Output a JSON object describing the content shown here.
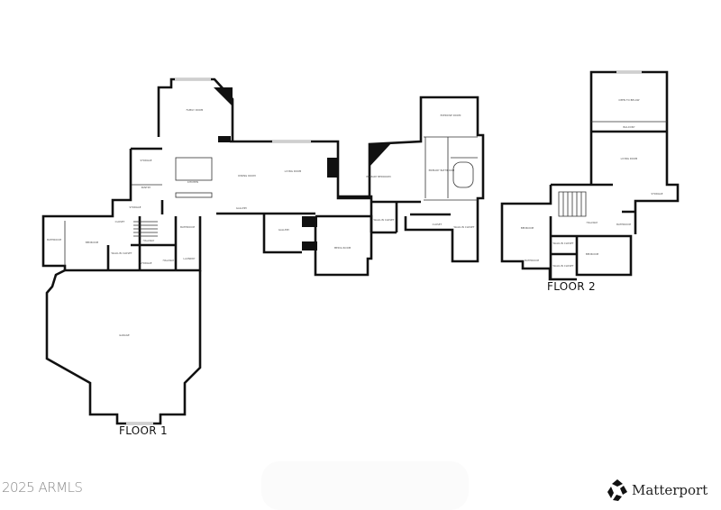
{
  "floors": [
    {
      "label": "FLOOR 1",
      "rooms": {
        "family_room": "FAMILY ROOM",
        "kitchen": "KITCHEN",
        "dining_room": "DINING ROOM",
        "living_room": "LIVING ROOM",
        "primary_bedroom": "PRIMARY BEDROOM",
        "primary_bathroom": "PRIMARY BATHROOM",
        "exercise_room": "EXERCISE ROOM",
        "media_room": "MEDIA ROOM",
        "gallery": "GALLERY",
        "gallery_2": "GALLERY",
        "walk_in_closet": "WALK-IN CLOSET",
        "walk_in_closet_2": "WALK-IN CLOSET",
        "walk_in_closet_3": "WALK-IN CLOSET",
        "closet": "CLOSET",
        "closet_2": "CLOSET",
        "storage": "STORAGE",
        "storage_2": "STORAGE",
        "storage_3": "STORAGE",
        "pantry": "PANTRY",
        "bedroom": "BEDROOM",
        "bathroom": "BATHROOM",
        "bathroom_2": "BATHROOM",
        "hallway": "HALLWAY",
        "hallway_2": "HALLWAY",
        "laundry": "LAUNDRY",
        "garage": "GARAGE"
      }
    },
    {
      "label": "FLOOR 2",
      "rooms": {
        "open_to_below": "OPEN TO BELOW",
        "balcony": "BALCONY",
        "living_room": "LIVING ROOM",
        "storage": "STORAGE",
        "hallway": "HALLWAY",
        "bedroom": "BEDROOM",
        "bedroom_2": "BEDROOM",
        "bathroom": "BATHROOM",
        "bathroom_2": "BATHROOM",
        "walk_in_closet": "WALK-IN CLOSET",
        "walk_in_closet_2": "WALK-IN CLOSET"
      }
    }
  ],
  "copyright": "2025 ARMLS",
  "brand": "Matterport",
  "colors": {
    "walls": "#111111",
    "windows": "#cfcfcf",
    "copyright": "#8a8a8a"
  }
}
